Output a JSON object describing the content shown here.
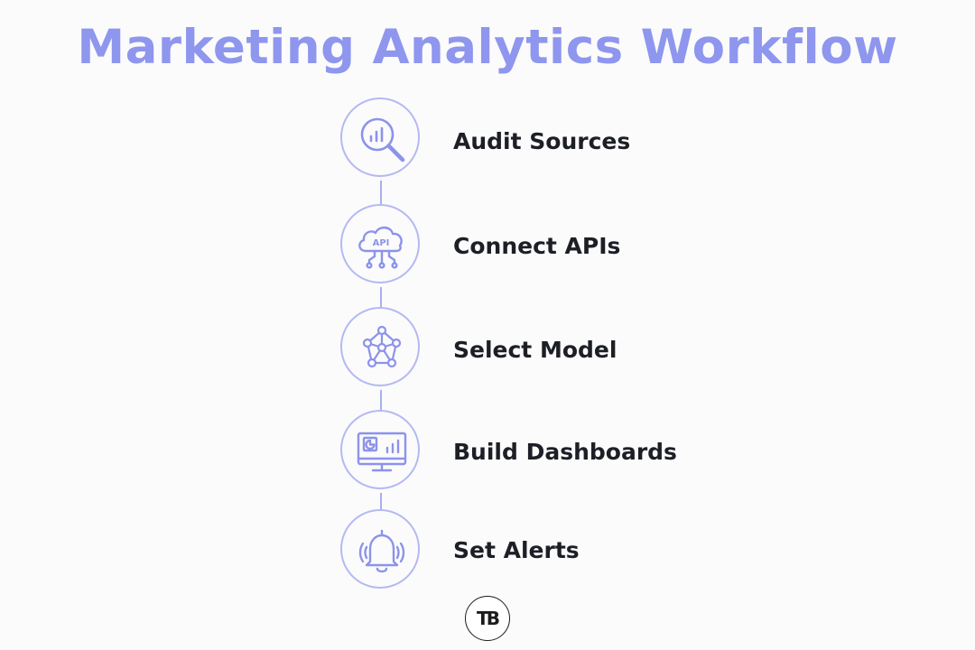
{
  "title": "Marketing Analytics Workflow",
  "steps": [
    {
      "label": "Audit Sources",
      "icon": "magnifier-chart-icon"
    },
    {
      "label": "Connect APIs",
      "icon": "api-cloud-icon",
      "icon_text": "API"
    },
    {
      "label": "Select Model",
      "icon": "network-model-icon"
    },
    {
      "label": "Build Dashboards",
      "icon": "monitor-dashboard-icon"
    },
    {
      "label": "Set Alerts",
      "icon": "bell-alert-icon"
    }
  ],
  "logo": {
    "text": "TB",
    "icon": "tb-logo-icon"
  },
  "colors": {
    "title": "#8e96ee",
    "icon_stroke": "#8c93ea",
    "circle_border": "#b4b9f2",
    "connector": "#a9aef0",
    "label": "#1d1f26",
    "background": "#fbfbfc"
  }
}
